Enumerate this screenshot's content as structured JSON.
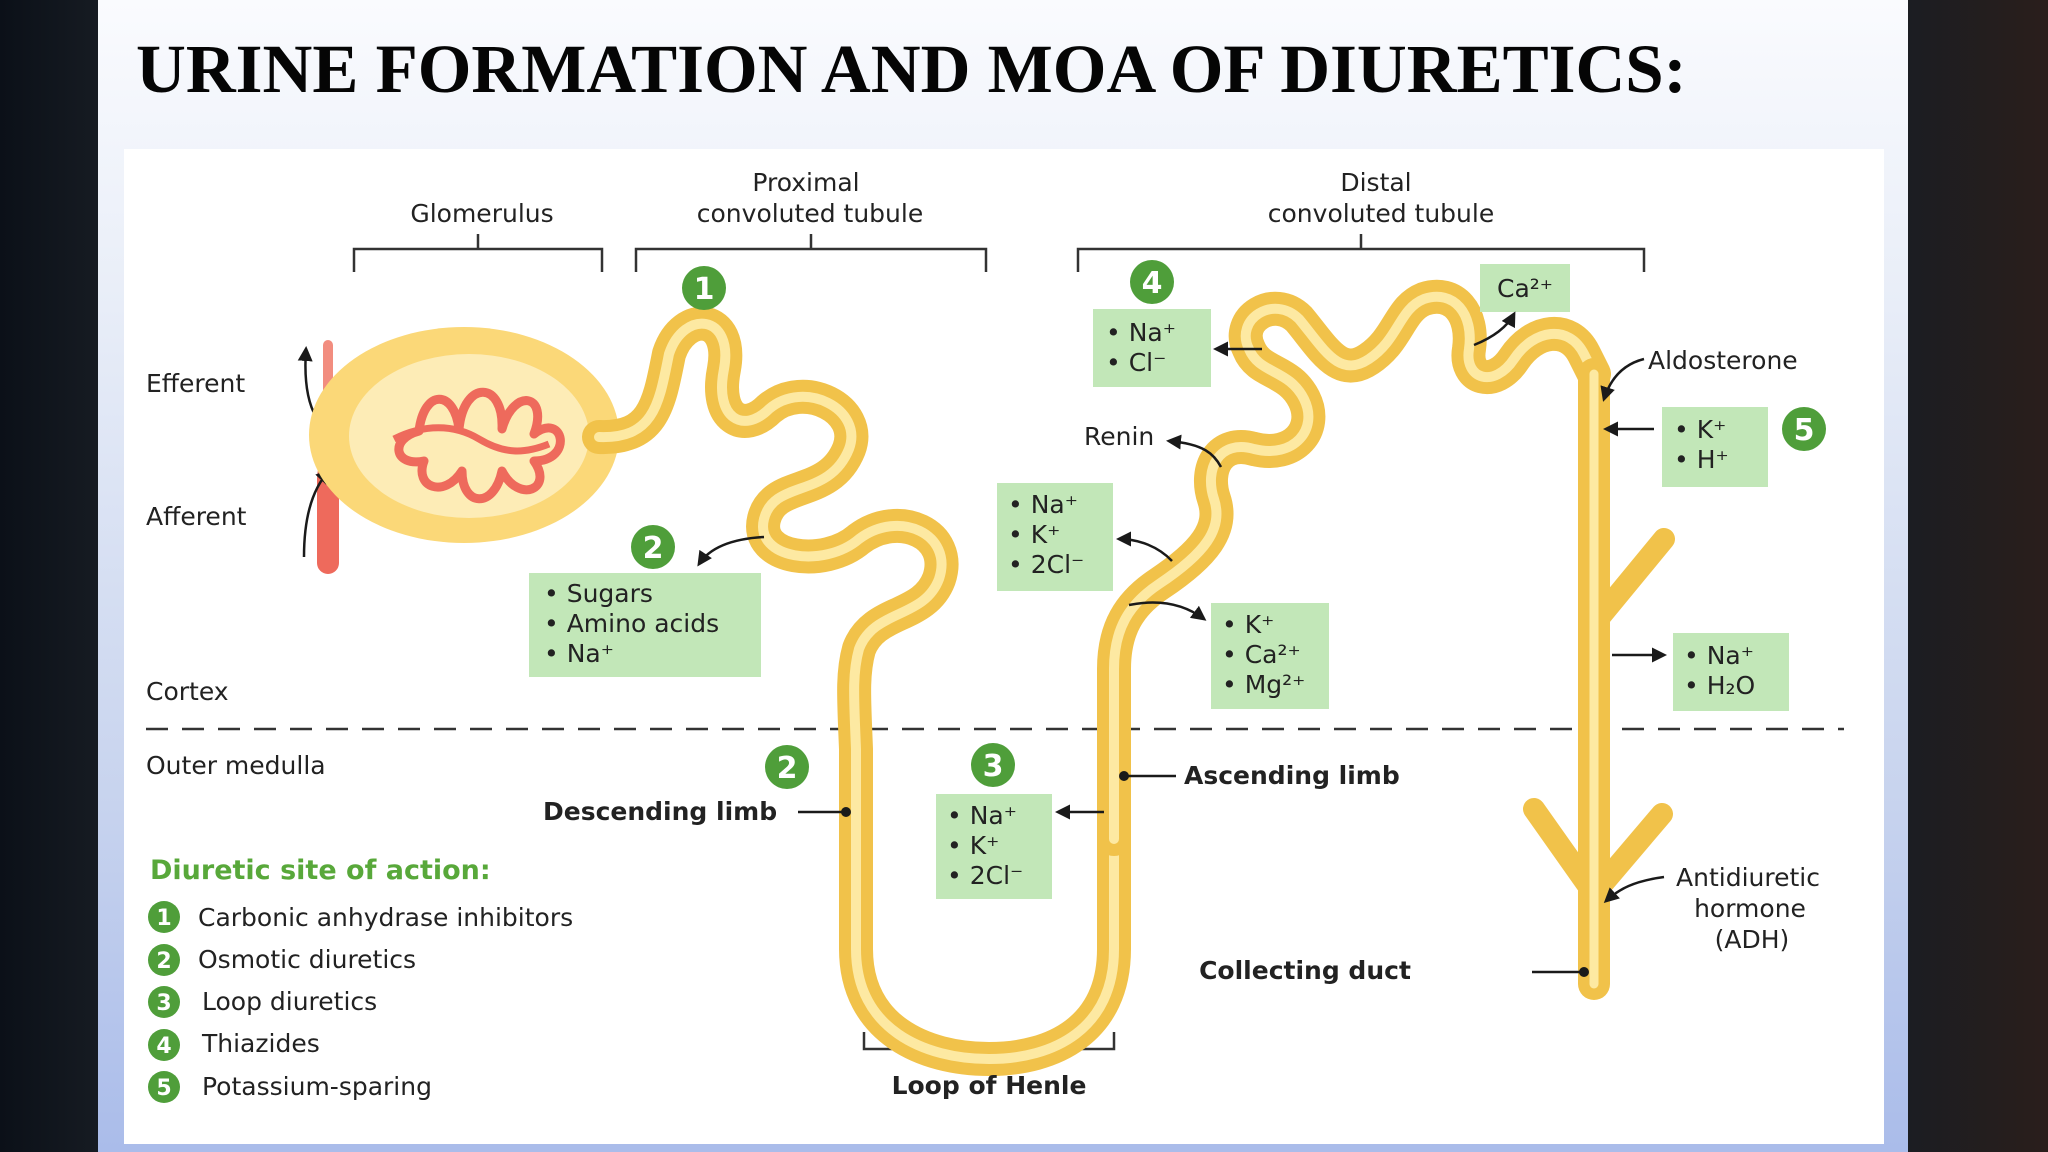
{
  "slide_title": "URINE FORMATION AND MOA OF DIURETICS:",
  "labels": {
    "glomerulus": "Glomerulus",
    "pct_line1": "Proximal",
    "pct_line2": "convoluted tubule",
    "dct_line1": "Distal",
    "dct_line2": "convoluted tubule",
    "efferent": "Efferent",
    "afferent": "Afferent",
    "cortex": "Cortex",
    "outer_medulla": "Outer medulla",
    "renin": "Renin",
    "aldosterone": "Aldosterone",
    "descending_limb": "Descending limb",
    "ascending_limb": "Ascending limb",
    "loop_of_henle": "Loop of Henle",
    "collecting_duct": "Collecting duct",
    "adh_line1": "Antidiuretic",
    "adh_line2": "hormone",
    "adh_line3": "(ADH)"
  },
  "boxes": {
    "pct": [
      "Sugars",
      "Amino acids",
      "Na⁺"
    ],
    "thiazide": [
      "Na⁺",
      "Cl⁻"
    ],
    "calcium": "Ca²⁺",
    "potassium_sparing": [
      "K⁺",
      "H⁺"
    ],
    "tal_upper": [
      "Na⁺",
      "K⁺",
      "2Cl⁻"
    ],
    "tal_cations": [
      "K⁺",
      "Ca²⁺",
      "Mg²⁺"
    ],
    "collecting": [
      "Na⁺",
      "H₂O"
    ],
    "loop_medulla": [
      "Na⁺",
      "K⁺",
      "2Cl⁻"
    ]
  },
  "badges": {
    "pct": "1",
    "pct_lower": "2",
    "descending": "2",
    "loop": "3",
    "dct": "4",
    "collecting": "5"
  },
  "legend": {
    "title": "Diuretic site of action:",
    "items": [
      {
        "num": "1",
        "label": "Carbonic anhydrase inhibitors"
      },
      {
        "num": "2",
        "label": "Osmotic diuretics"
      },
      {
        "num": "3",
        "label": "Loop diuretics"
      },
      {
        "num": "4",
        "label": "Thiazides"
      },
      {
        "num": "5",
        "label": "Potassium-sparing"
      }
    ]
  },
  "colors": {
    "tubule": "#f1c24a",
    "tubule_highlight": "#fde9a2",
    "vessel": "#ee6a5c",
    "badge": "#4f9e3a",
    "box": "#c2e7b8",
    "legend_title": "#58a83a"
  }
}
